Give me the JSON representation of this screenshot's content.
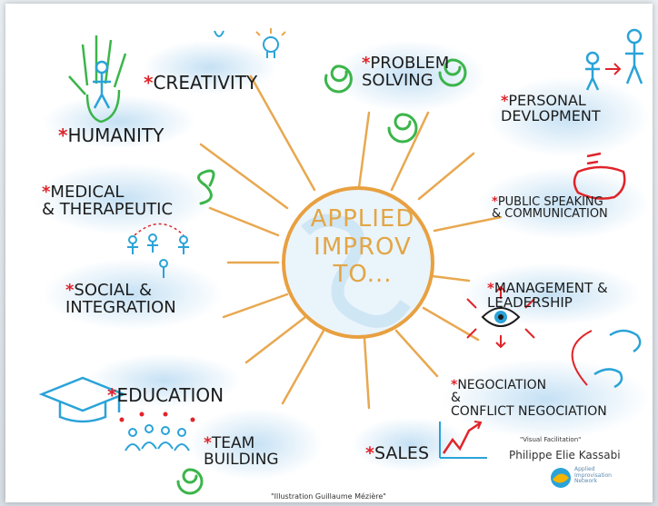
{
  "center": {
    "line1": "Applied",
    "line2": "Improv",
    "line3": "to..."
  },
  "topics": {
    "creativity": "Creativity",
    "humanity": "Humanity",
    "problem_solving": "Problem\nSolving",
    "personal_development": "Personal\nDevlopment",
    "public_speaking": "Public Speaking\n& Communication",
    "medical": "Medical\n& Therapeutic",
    "social": "Social &\nIntegration",
    "management": "Management &\nLeadership",
    "education": "Education",
    "negociation": "Negociation\n&\nConflict Negociation",
    "team_building": "Team\nBuilding",
    "sales": "Sales"
  },
  "marker": "*",
  "credits": {
    "facilitation": "\"Visual Facilitation\"",
    "author": "Philippe Elie Kassabi",
    "org_line1": "Applied",
    "org_line2": "Improvisation",
    "org_line3": "Network",
    "bottom_note": "\"Illustration Guillaume Mézière\""
  },
  "colors": {
    "rays": "#e8a850",
    "center_ring": "#e8a040",
    "accent_red": "#e0242a",
    "wash_blue": "#96c8eb",
    "green": "#3bb54a",
    "ink": "#1c1c1c"
  }
}
